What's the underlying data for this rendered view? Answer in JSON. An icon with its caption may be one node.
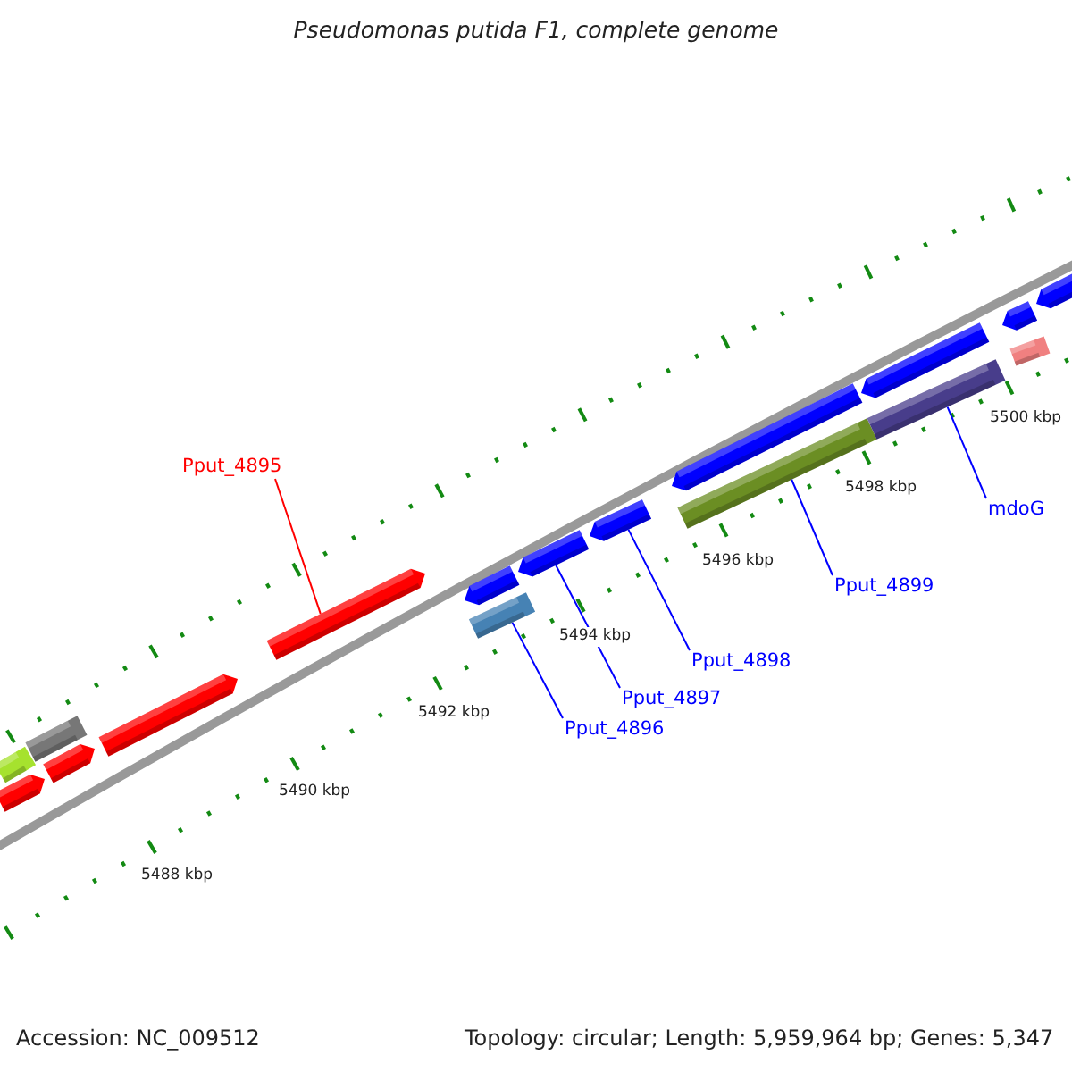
{
  "diagram": {
    "title": "Pseudomonas putida F1, complete genome",
    "nodes": [
      {
        "text": [
          "Pput_4895"
        ]
      },
      {
        "text": [
          "Pput_4896"
        ]
      },
      {
        "text": [
          "Pput_4897"
        ]
      },
      {
        "text": [
          "Pput_4898"
        ]
      },
      {
        "text": [
          "Pput_4899"
        ]
      },
      {
        "text": [
          "mdoG"
        ]
      },
      {
        "text": [],
        "shape": "bar"
      },
      {
        "text": [],
        "shape": "bar"
      },
      {
        "text": [],
        "shape": "bar"
      },
      {
        "text": [],
        "shape": "bar"
      },
      {
        "text": [],
        "shape": "bar"
      },
      {
        "text": [],
        "shape": "bar"
      },
      {
        "text": [],
        "shape": "bar"
      },
      {
        "text": [],
        "shape": "bar"
      },
      {
        "text": [],
        "shape": "bar"
      },
      {
        "text": [],
        "shape": "bar"
      },
      {
        "text": [],
        "shape": "bar"
      },
      {
        "text": [],
        "shape": "bar"
      },
      {
        "text": [],
        "shape": "bar"
      },
      {
        "text": [],
        "shape": "bar"
      },
      {
        "text": [],
        "shape": "bar"
      },
      {
        "text": [],
        "shape": "bar"
      },
      {
        "text": [],
        "shape": "bar"
      }
    ],
    "edges": [
      {
        "from": 0,
        "to": 11,
        "arrow": "none",
        "color": "#ff0000"
      },
      {
        "from": 1,
        "to": 13,
        "arrow": "none"
      },
      {
        "from": 2,
        "to": 14,
        "arrow": "none"
      },
      {
        "from": 3,
        "to": 15,
        "arrow": "none"
      },
      {
        "from": 4,
        "to": 17,
        "arrow": "none"
      },
      {
        "from": 5,
        "to": 19,
        "arrow": "none"
      }
    ],
    "labels": [
      "5500 kbp",
      "5498 kbp",
      "5496 kbp",
      "5494 kbp",
      "5492 kbp",
      "5490 kbp",
      "5488 kbp",
      "Accession: NC_009512",
      "Topology: circular; Length: 5,959,964 bp; Genes: 5,347"
    ]
  }
}
